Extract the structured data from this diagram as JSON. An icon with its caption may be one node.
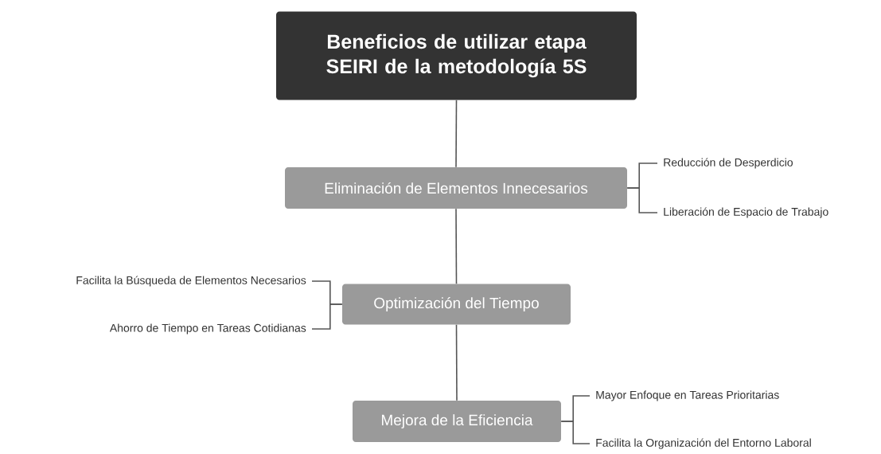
{
  "diagram": {
    "nodes": [
      {
        "text": [
          "Beneficios de utilizar etapa SEIRI de la metodología 5S"
        ]
      },
      {
        "text": [
          "Eliminación de Elementos Innecesarios"
        ]
      },
      {
        "text": [
          "Reducción de Desperdicio"
        ]
      },
      {
        "text": [
          "Liberación de Espacio de Trabajo"
        ]
      },
      {
        "text": [
          "Optimización del Tiempo"
        ]
      },
      {
        "text": [
          "Facilita la Búsqueda de Elementos Necesarios"
        ]
      },
      {
        "text": [
          "Ahorro de Tiempo en Tareas Cotidianas"
        ]
      },
      {
        "text": [
          "Mejora de la Eficiencia"
        ]
      },
      {
        "text": [
          "Mayor Enfoque en Tareas Prioritarias"
        ]
      },
      {
        "text": [
          "Facilita la Organización del Entorno Laboral"
        ]
      }
    ],
    "edges": [
      {
        "from": 0,
        "to": 1,
        "arrow": "none"
      },
      {
        "from": 1,
        "to": 4,
        "arrow": "none"
      },
      {
        "from": 4,
        "to": 7,
        "arrow": "none"
      },
      {
        "from": 1,
        "to": 2,
        "arrow": "none"
      },
      {
        "from": 1,
        "to": 3,
        "arrow": "none"
      },
      {
        "from": 4,
        "to": 5,
        "arrow": "none"
      },
      {
        "from": 4,
        "to": 6,
        "arrow": "none"
      },
      {
        "from": 7,
        "to": 8,
        "arrow": "none"
      },
      {
        "from": 7,
        "to": 9,
        "arrow": "none"
      }
    ]
  }
}
